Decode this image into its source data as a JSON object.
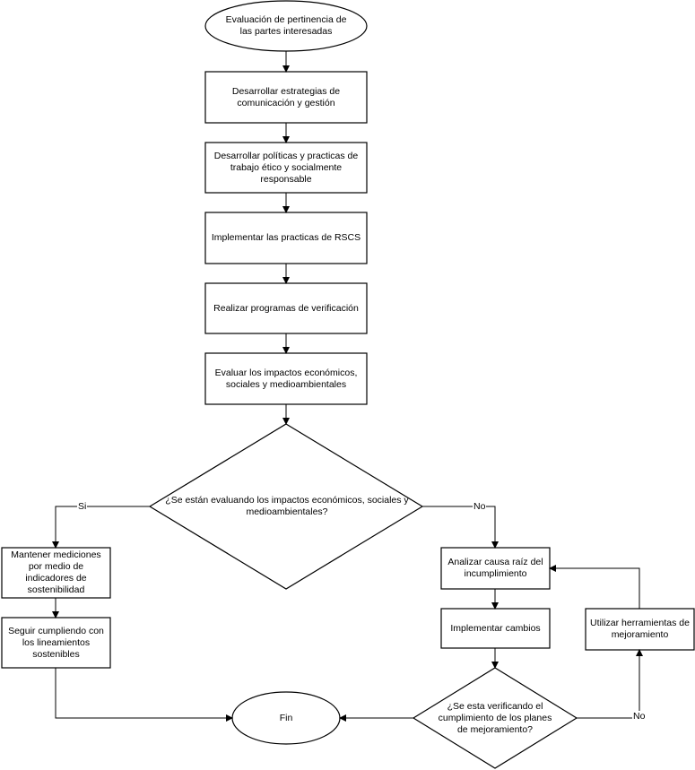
{
  "nodes": {
    "start": "Evaluación de pertinencia de las partes interesadas",
    "strategies": "Desarrollar estrategias de comunicación y gestión",
    "policies": "Desarrollar políticas y practicas de trabajo ético y socialmente responsable",
    "implement_rscs": "Implementar las practicas de RSCS",
    "verification": "Realizar programas de verificación",
    "evaluate_impacts": "Evaluar los impactos económicos, sociales y medioambientales",
    "decision_impacts": "¿Se están evaluando los impactos económicos, sociales y medioambientales?",
    "maintain": "Mantener mediciones por medio de indicadores de sostenibilidad",
    "keep_complying": "Seguir cumpliendo con los lineamientos sostenibles",
    "root_cause": "Analizar causa raíz del incumplimiento",
    "implement_changes": "Implementar cambios",
    "improvement_tools": "Utilizar herramientas de mejoramiento",
    "decision_plans": "¿Se esta verificando el cumplimiento de los planes de mejoramiento?",
    "end": "Fin"
  },
  "edges": {
    "yes": "Si",
    "no_1": "No",
    "no_2": "No"
  }
}
